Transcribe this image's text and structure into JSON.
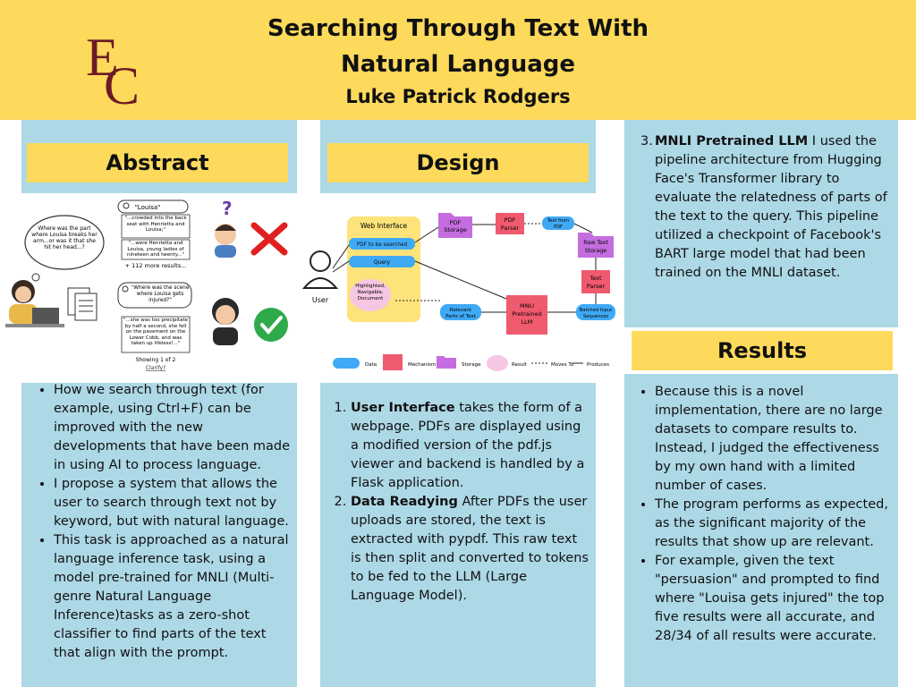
{
  "header": {
    "title": "Searching Through Text With Natural Language",
    "author": "Luke Patrick Rodgers",
    "logo_text": "EC",
    "color": "#fdd95c"
  },
  "abstract": {
    "heading": "Abstract",
    "bullets": [
      "How we search through text (for example, using Ctrl+F) can be improved with the new developments that have been made in using AI to process language.",
      "I propose a system that allows the user to search through text not by keyword, but with natural language.",
      "This task is approached as a natural language inference task, using a model pre-trained for MNLI (Multi-genre Natural Language Inference)tasks as a zero-shot classifier to find parts of the text that align with the prompt."
    ],
    "illustration": {
      "thought": "Where was the part where Louisa breaks her arm...or was it that she hit her head...?",
      "search1": "\"Louisa\"",
      "result1a": "\"...crowded into the back seat with Henrietta and Louisa;\"",
      "result1b": "\"...were Henrietta and Louisa, young ladies of nineteen and twenty...\"",
      "more": "+ 112 more results...",
      "search2": "\"Where was the scene where Louisa gets injured?\"",
      "result2": "\"...she was too precipitate by half a second, she fell on the pavement on the Lower Cobb, and was taken up lifeless!...\"",
      "showing": "Showing 1 of 2",
      "clarify": "Clarify?"
    }
  },
  "design": {
    "heading": "Design",
    "items": [
      {
        "bold": "User Interface",
        "text": " takes the form of a webpage. PDFs are displayed using a modified version of the pdf.js viewer and backend is handled by a Flask application."
      },
      {
        "bold": "Data Readying",
        "text": " After PDFs the user uploads are stored, the text is extracted with pypdf. This raw text is then split and converted to tokens to be fed to the LLM (Large Language Model)."
      }
    ],
    "diagram": {
      "web_interface": "Web Interface",
      "pdf_to_search": "PDF to be searched",
      "query": "Query",
      "highlighted": "Highlighted, Navigable, Document",
      "user": "User",
      "pdf_storage": "PDF Storage",
      "pdf_parser": "PDF Parser",
      "text_from_pdf": "Text from PDF",
      "raw_text_storage": "Raw Text Storage",
      "text_parser": "Text Parser",
      "batched": "Batched Input Sequences",
      "mnli_llm": "MNLI Pretrained LLM",
      "relevant": "Relevant Parts of Text",
      "legend": [
        "Data",
        "Mechanism",
        "Storage",
        "Result",
        "Moves To",
        "Produces"
      ]
    }
  },
  "right": {
    "item3_number": "3.",
    "item3_bold": "MNLI Pretrained LLM",
    "item3_text": "  I used the pipeline architecture from Hugging Face's Transformer library to evaluate the relatedness of parts of the text to the query. This pipeline utilized a checkpoint of Facebook's BART large model that had been trained on the MNLI dataset."
  },
  "results": {
    "heading": "Results",
    "bullets": [
      "Because this is a novel implementation, there are no large datasets to compare results to. Instead, I judged the effectiveness by my own hand with a limited number of cases.",
      "The program performs as expected, as the significant majority of the results that show up are relevant.",
      " For example,  given the text \"persuasion\" and prompted to find where \"Louisa gets injured\" the top five results were all accurate, and 28/34 of all results were accurate."
    ]
  },
  "colors": {
    "panel": "#add8e6",
    "data": "#3fa9f5",
    "mechanism": "#f05a6e",
    "storage": "#c56de0",
    "result": "#f7c6e3",
    "web_interface": "#fde37a"
  }
}
